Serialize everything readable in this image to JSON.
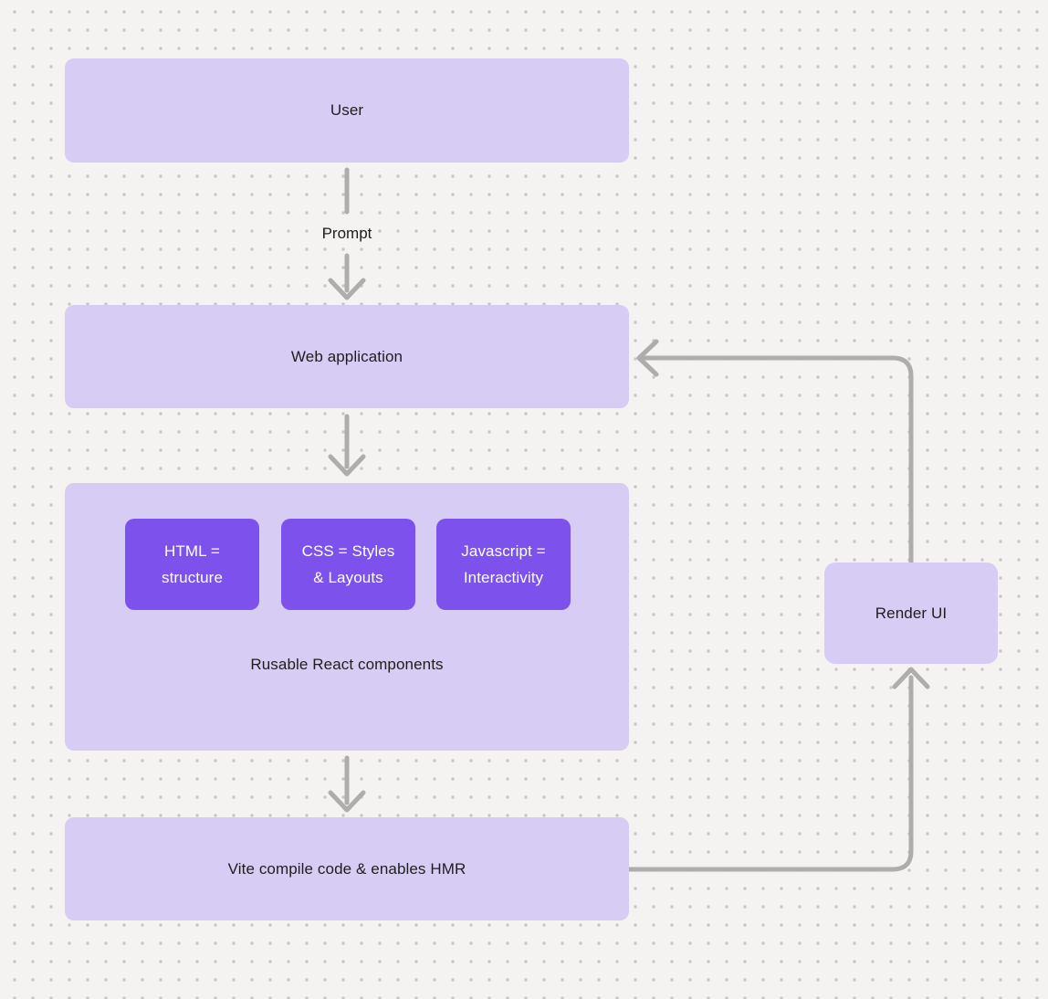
{
  "canvas": {
    "colors": {
      "background": "#f4f3f2",
      "dot": "#c9c7c4",
      "connector": "#afadab",
      "node_fill_light": "#d7cdf4",
      "node_fill_purple": "#7d52ec",
      "text_dark": "#1e1e1e",
      "text_on_purple": "#ffffff"
    }
  },
  "nodes": {
    "user": {
      "label": "User"
    },
    "web_application": {
      "label": "Web application"
    },
    "components": {
      "caption": "Rusable React components",
      "children": [
        {
          "lines": [
            "HTML =",
            "structure"
          ]
        },
        {
          "lines": [
            "CSS = Styles",
            "& Layouts"
          ]
        },
        {
          "lines": [
            "Javascript =",
            "Interactivity"
          ]
        }
      ]
    },
    "vite": {
      "label": "Vite compile code & enables HMR"
    },
    "render_ui": {
      "label": "Render UI"
    }
  },
  "edges": {
    "user_to_webapp_label": "Prompt"
  }
}
